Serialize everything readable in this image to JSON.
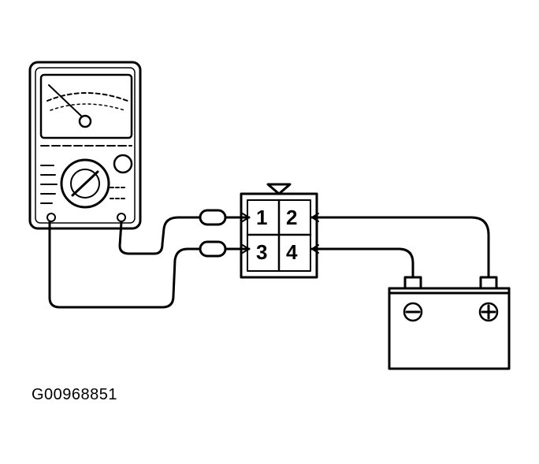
{
  "connector": {
    "pins": [
      {
        "label": "1"
      },
      {
        "label": "2"
      },
      {
        "label": "3"
      },
      {
        "label": "4"
      }
    ]
  },
  "battery": {
    "negative_symbol": "⊖",
    "positive_symbol": "⊕"
  },
  "caption": "G00968851",
  "icons": {
    "meter": "multimeter-icon",
    "battery": "battery-icon",
    "connector": "connector-icon"
  },
  "colors": {
    "ink": "#000000",
    "background": "#ffffff"
  }
}
